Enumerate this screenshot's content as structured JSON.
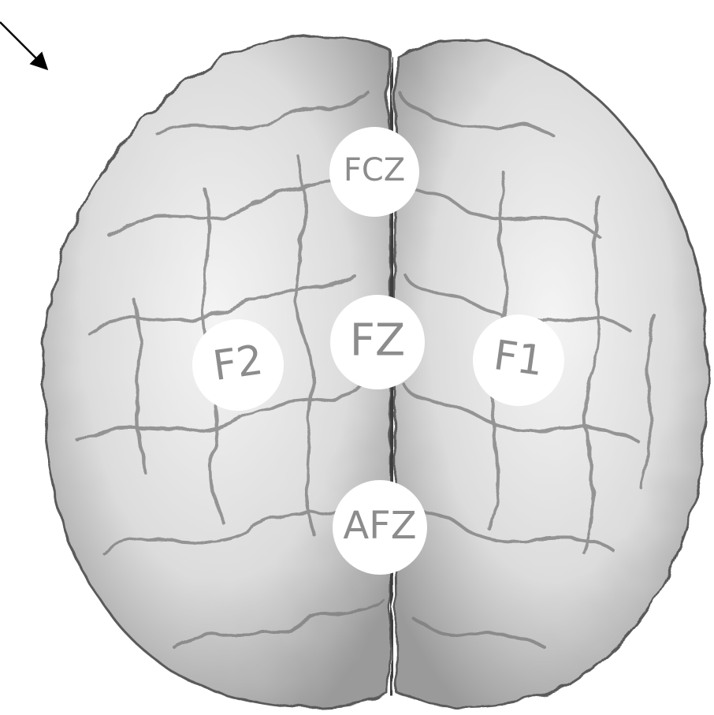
{
  "figure": {
    "subject": "brain-top-view",
    "colors": {
      "background": "#ffffff",
      "cortex_light": "#f1f1f1",
      "cortex_mid": "#c9c9c9",
      "cortex_dark": "#6f6f6f",
      "outline": "#5a5a5a",
      "electrode_fill": "#ffffff",
      "electrode_text": "#8c8c8c",
      "arrow": "#000000"
    },
    "electrodes": [
      {
        "id": "fcz",
        "label": "FCZ"
      },
      {
        "id": "fz",
        "label": "FZ"
      },
      {
        "id": "f2",
        "label": "F2"
      },
      {
        "id": "f1",
        "label": "F1"
      },
      {
        "id": "afz",
        "label": "AFZ"
      }
    ],
    "pointer": {
      "icon": "arrow-down-right-icon"
    }
  }
}
